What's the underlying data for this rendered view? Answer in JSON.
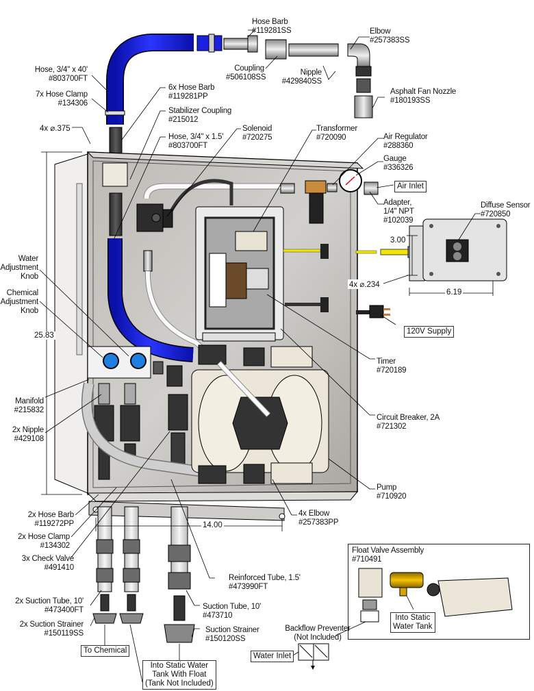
{
  "diagram": {
    "title": "Asphalt release agent pump system — exploded parts diagram",
    "colors": {
      "hose_blue": "#1a22e0",
      "cabinet_gray": "#c9c6c2",
      "panel_gray": "#b5b2ae",
      "fitting_dark": "#3a3a3a",
      "pump_cream": "#ece6d8",
      "sensor_yellow": "#f2e600",
      "brass": "#d9a300",
      "knob_blue": "#1e7fe0"
    },
    "callouts": {
      "hose_barb_ss": {
        "name": "Hose Barb",
        "part": "#119281SS"
      },
      "elbow_ss": {
        "name": "Elbow",
        "part": "#257383SS"
      },
      "coupling": {
        "name": "Coupling",
        "part": "#506108SS"
      },
      "nipple_ss": {
        "name": "Nipple",
        "part": "#429840SS"
      },
      "fan_nozzle": {
        "name": "Asphalt Fan Nozzle",
        "part": "#180193SS"
      },
      "hose_40": {
        "name": "Hose, 3/4\" x 40'",
        "part": "#803700FT"
      },
      "hose_clamp_7x": {
        "name": "7x Hose Clamp",
        "part": "#134306"
      },
      "hose_barb_pp": {
        "name": "6x Hose Barb",
        "part": "#119281PP"
      },
      "stabilizer": {
        "name": "Stabilizer Coupling",
        "part": "#215012"
      },
      "hose_15": {
        "name": "Hose, 3/4\" x 1.5'",
        "part": "#803700FT"
      },
      "solenoid": {
        "name": "Solenoid",
        "part": "#720275"
      },
      "transformer": {
        "name": "Transformer",
        "part": "#720090"
      },
      "air_regulator": {
        "name": "Air Regulator",
        "part": "#288360"
      },
      "gauge": {
        "name": "Gauge",
        "part": "#336326"
      },
      "adapter": {
        "name": "Adapter,",
        "name2": "1/4\" NPT",
        "part": "#102039"
      },
      "diffuse_sensor": {
        "name": "Diffuse Sensor",
        "part": "#720850"
      },
      "water_knob": {
        "l1": "Water",
        "l2": "Adjustment",
        "l3": "Knob"
      },
      "chemical_knob": {
        "l1": "Chemical",
        "l2": "Adjustment",
        "l3": "Knob"
      },
      "manifold": {
        "name": "Manifold",
        "part": "#215832"
      },
      "nipple_2x": {
        "name": "2x Nipple",
        "part": "#429108"
      },
      "timer": {
        "name": "Timer",
        "part": "#720189"
      },
      "circuit_breaker": {
        "name": "Circuit Breaker, 2A",
        "part": "#721302"
      },
      "pump": {
        "name": "Pump",
        "part": "#710920"
      },
      "elbow_4x": {
        "name": "4x Elbow",
        "part": "#257383PP"
      },
      "hose_barb_2x": {
        "name": "2x Hose Barb",
        "part": "#119272PP"
      },
      "hose_clamp_2x": {
        "name": "2x Hose Clamp",
        "part": "#134302"
      },
      "check_valve": {
        "name": "3x Check Valve",
        "part": "#491410"
      },
      "reinforced_tube": {
        "name": "Reinforced Tube, 1.5'",
        "part": "#473990FT"
      },
      "suction_tube_2x": {
        "name": "2x Suction Tube, 10'",
        "part": "#473400FT"
      },
      "suction_tube": {
        "name": "Suction Tube, 10'",
        "part": "#473710"
      },
      "suction_strainer_2x": {
        "name": "2x Suction Strainer",
        "part": "#150119SS"
      },
      "suction_strainer": {
        "name": "Suction Strainer",
        "part": "#150120SS"
      },
      "backflow": {
        "name": "Backflow Preventer",
        "note": "(Not Included)"
      },
      "float_valve": {
        "name": "Float Valve Assembly",
        "part": "#710491"
      }
    },
    "boxed_labels": {
      "air_inlet": "Air Inlet",
      "supply_120v": "120V Supply",
      "to_chemical": "To Chemical",
      "static_tank_l1": "Into Static Water",
      "static_tank_l2": "Tank With Float",
      "static_tank_l3": "(Tank Not Included)",
      "water_inlet": "Water Inlet",
      "into_tank_l1": "Into Static",
      "into_tank_l2": "Water Tank"
    },
    "dimensions": {
      "mount_holes": "4x ⌀.375",
      "height": "25.83",
      "width": "14.00",
      "sensor_height": "3.00",
      "sensor_width": "6.19",
      "sensor_holes": "4x ⌀.234"
    }
  }
}
